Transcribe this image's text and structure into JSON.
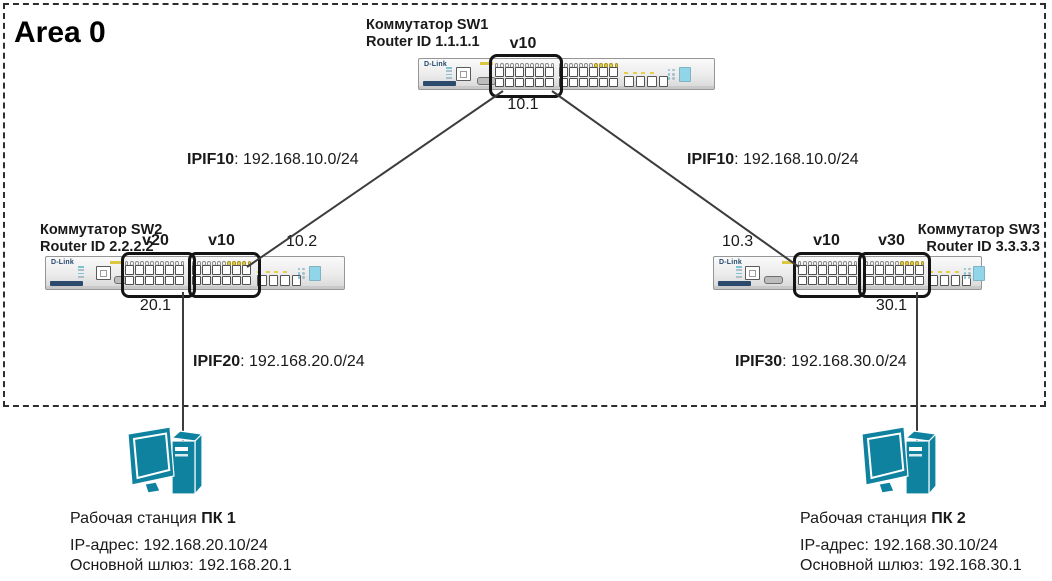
{
  "diagram": {
    "area_title": "Area 0"
  },
  "switches": {
    "sw1": {
      "name": "Коммутатор SW1",
      "router_id": "Router ID 1.1.1.1",
      "brand": "D-Link",
      "vlan_label": "v10",
      "downlink_port": "10.1"
    },
    "sw2": {
      "name": "Коммутатор SW2",
      "router_id": "Router ID 2.2.2.2",
      "brand": "D-Link",
      "vlan_left_label": "v20",
      "vlan_right_label": "v10",
      "uplink_port": "10.2",
      "pc_port": "20.1"
    },
    "sw3": {
      "name": "Коммутатор SW3",
      "router_id": "Router ID 3.3.3.3",
      "brand": "D-Link",
      "vlan_left_label": "v10",
      "vlan_right_label": "v30",
      "uplink_port": "10.3",
      "pc_port": "30.1"
    }
  },
  "links": {
    "sw1_sw2": {
      "interface": "IPIF10",
      "subnet": ": 192.168.10.0/24"
    },
    "sw1_sw3": {
      "interface": "IPIF10",
      "subnet": ": 192.168.10.0/24"
    },
    "sw2_pc1": {
      "interface": "IPIF20",
      "subnet": ": 192.168.20.0/24"
    },
    "sw3_pc2": {
      "interface": "IPIF30",
      "subnet": ": 192.168.30.0/24"
    }
  },
  "pcs": {
    "pc1": {
      "title_prefix": "Рабочая станция ",
      "title_name": "ПК 1",
      "ip": "IP-адрес: 192.168.20.10/24",
      "gateway": "Основной шлюз: 192.168.20.1"
    },
    "pc2": {
      "title_prefix": "Рабочая станция ",
      "title_name": "ПК 2",
      "ip": "IP-адрес: 192.168.30.10/24",
      "gateway": "Основной шлюз: 192.168.30.1"
    }
  },
  "colors": {
    "pc_icon": "#0f82a0",
    "link_line": "#3c3c3c",
    "vlan_outline": "#141414",
    "led_yellow": "#e6cf4a",
    "switch_screen": "#90d5e8",
    "brand_navy": "#23486e"
  }
}
